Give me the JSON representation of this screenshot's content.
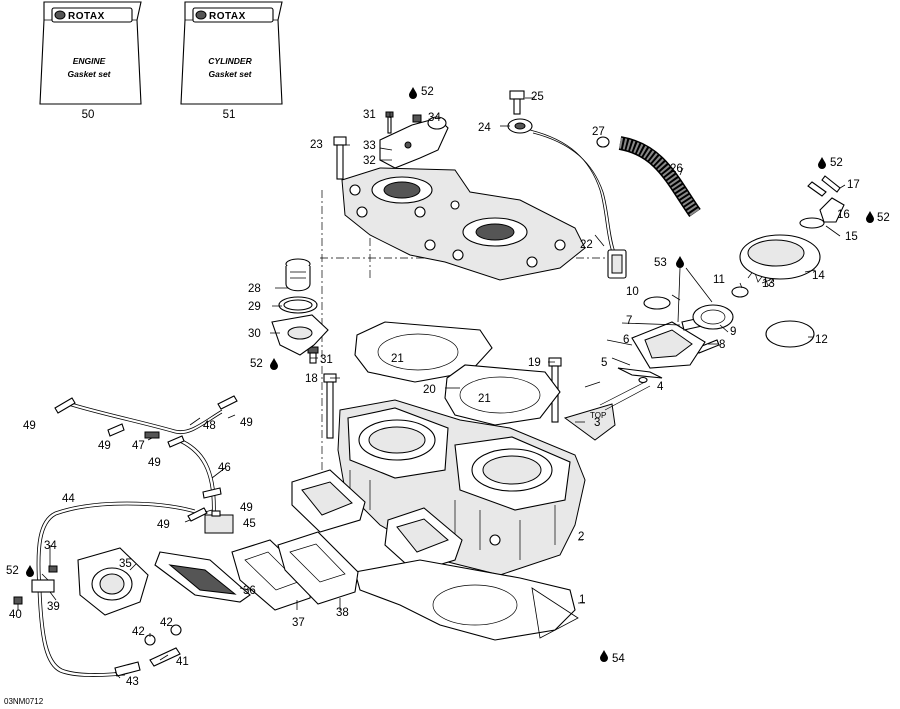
{
  "brand": "ROTAX",
  "kits": [
    {
      "line1": "ENGINE",
      "line2": "Gasket set",
      "number": "50"
    },
    {
      "line1": "CYLINDER",
      "line2": "Gasket set",
      "number": "51"
    }
  ],
  "drawing_ref": "03NM0712",
  "labels": {
    "p1": "1",
    "p2": "2",
    "p3": "3",
    "p4": "4",
    "p5": "5",
    "p6": "6",
    "p7": "7",
    "p8": "8",
    "p9": "9",
    "p10": "10",
    "p11": "11",
    "p12": "12",
    "p13": "13",
    "p14": "14",
    "p15": "15",
    "p16": "16",
    "p17": "17",
    "p18": "18",
    "p19": "19",
    "p20": "20",
    "p21a": "21",
    "p21b": "21",
    "p22": "22",
    "p23": "23",
    "p24": "24",
    "p25": "25",
    "p26": "26",
    "p27": "27",
    "p28": "28",
    "p29": "29",
    "p30": "30",
    "p31a": "31",
    "p31b": "31",
    "p32": "32",
    "p33": "33",
    "p34a": "34",
    "p34b": "34",
    "p35": "35",
    "p36": "36",
    "p37": "37",
    "p38": "38",
    "p39": "39",
    "p40": "40",
    "p41": "41",
    "p42a": "42",
    "p42b": "42",
    "p43": "43",
    "p44": "44",
    "p45": "45",
    "p46": "46",
    "p47": "47",
    "p48": "48",
    "p49a": "49",
    "p49b": "49",
    "p49c": "49",
    "p49d": "49",
    "p49e": "49",
    "p49f": "49",
    "p52a": "52",
    "p52b": "52",
    "p52c": "52",
    "p52d": "52",
    "p52e": "52",
    "p53": "53",
    "p54": "54"
  },
  "cylinder_stamp": "TOP"
}
